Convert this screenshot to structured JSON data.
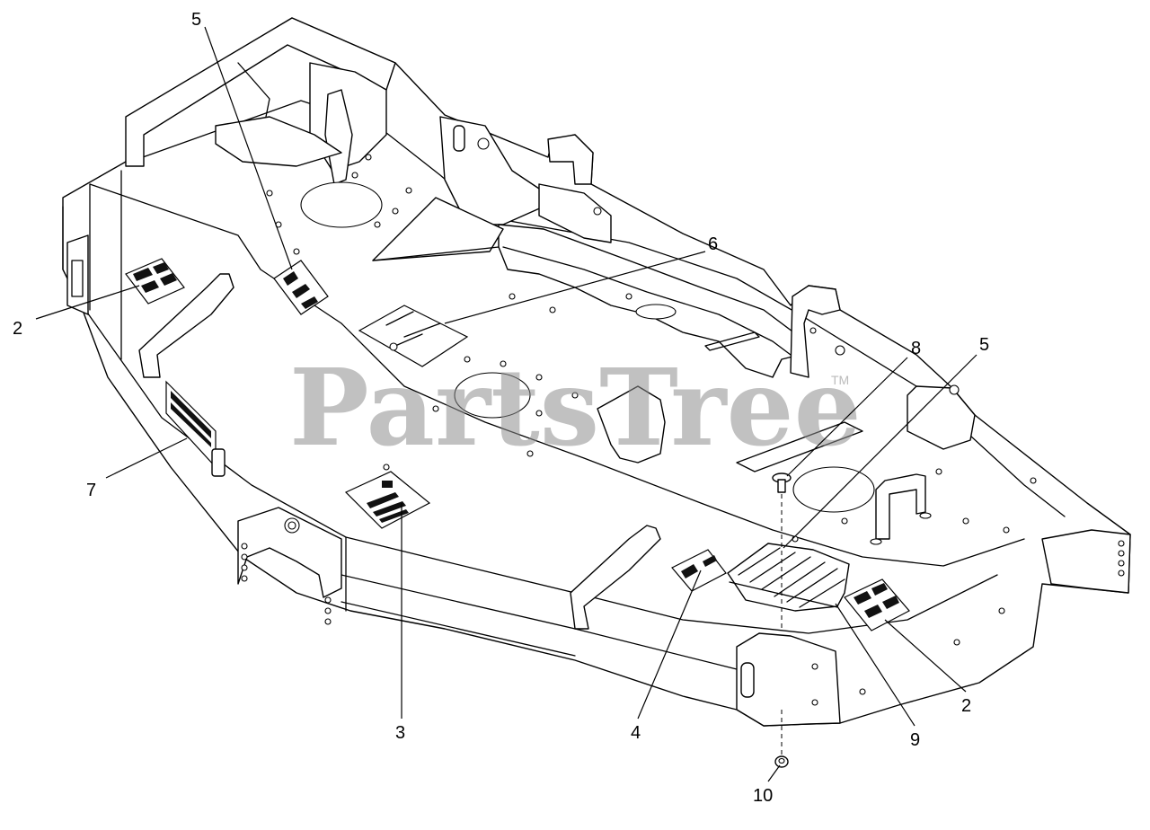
{
  "watermark": {
    "brand": "PartsTree",
    "trademark": "TM"
  },
  "callouts": [
    "5",
    "6",
    "2",
    "8",
    "5",
    "7",
    "3",
    "4",
    "9",
    "2",
    "10"
  ]
}
